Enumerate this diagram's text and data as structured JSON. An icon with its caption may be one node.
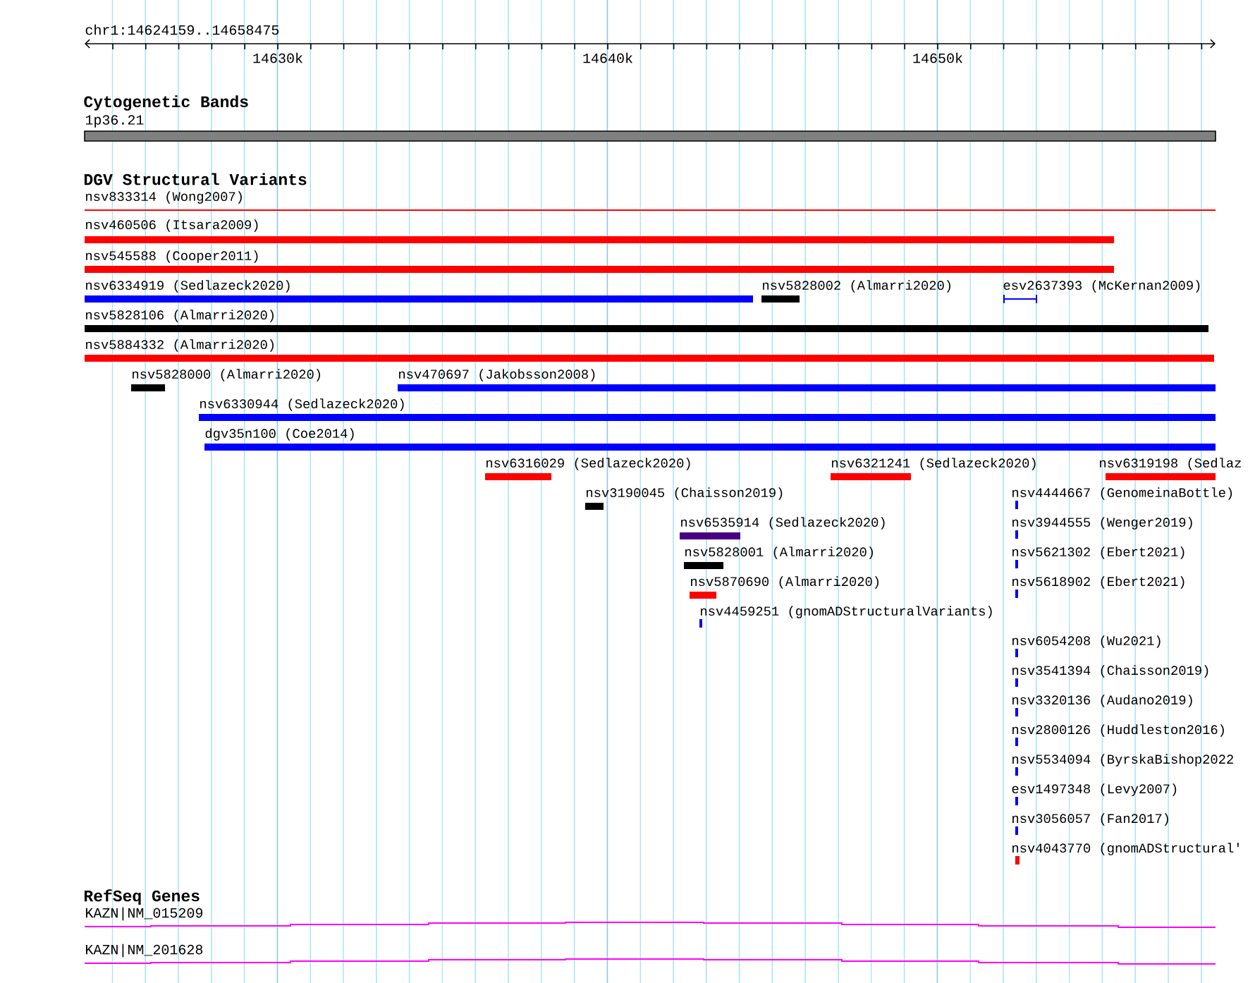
{
  "diagram": {
    "labels": [
      "chr1:14624159..14658475",
      "14630k",
      "14640k",
      "14650k",
      "Cytogenetic Bands",
      "1p36.21",
      "DGV Structural Variants",
      "nsv833314 (Wong2007)",
      "nsv460506 (Itsara2009)",
      "nsv545588 (Cooper2011)",
      "nsv6334919 (Sedlazeck2020)",
      "nsv5828002 (Almarri2020)",
      "esv2637393 (McKernan2009)",
      "nsv5828106 (Almarri2020)",
      "nsv5884332 (Almarri2020)",
      "nsv5828000 (Almarri2020)",
      "nsv470697 (Jakobsson2008)",
      "nsv6330944 (Sedlazeck2020)",
      "dgv35n100 (Coe2014)",
      "nsv6316029 (Sedlazeck2020)",
      "nsv6321241 (Sedlazeck2020)",
      "nsv6319198 (Sedlaz",
      "nsv3190045 (Chaisson2019)",
      "nsv4444667 (GenomeinaBottle)",
      "nsv6535914 (Sedlazeck2020)",
      "nsv3944555 (Wenger2019)",
      "nsv5828001 (Almarri2020)",
      "nsv5621302 (Ebert2021)",
      "nsv5870690 (Almarri2020)",
      "nsv5618902 (Ebert2021)",
      "nsv4459251 (gnomADStructuralVariants)",
      "nsv6054208 (Wu2021)",
      "nsv3541394 (Chaisson2019)",
      "nsv3320136 (Audano2019)",
      "nsv2800126 (Huddleston2016)",
      "nsv5534094 (ByrskaBishop2022",
      "esv1497348 (Levy2007)",
      "nsv3056057 (Fan2017)",
      "nsv4043770 (gnomADStructural'",
      "RefSeq Genes",
      "KAZN|NM_015209",
      "KAZN|NM_201628"
    ]
  }
}
